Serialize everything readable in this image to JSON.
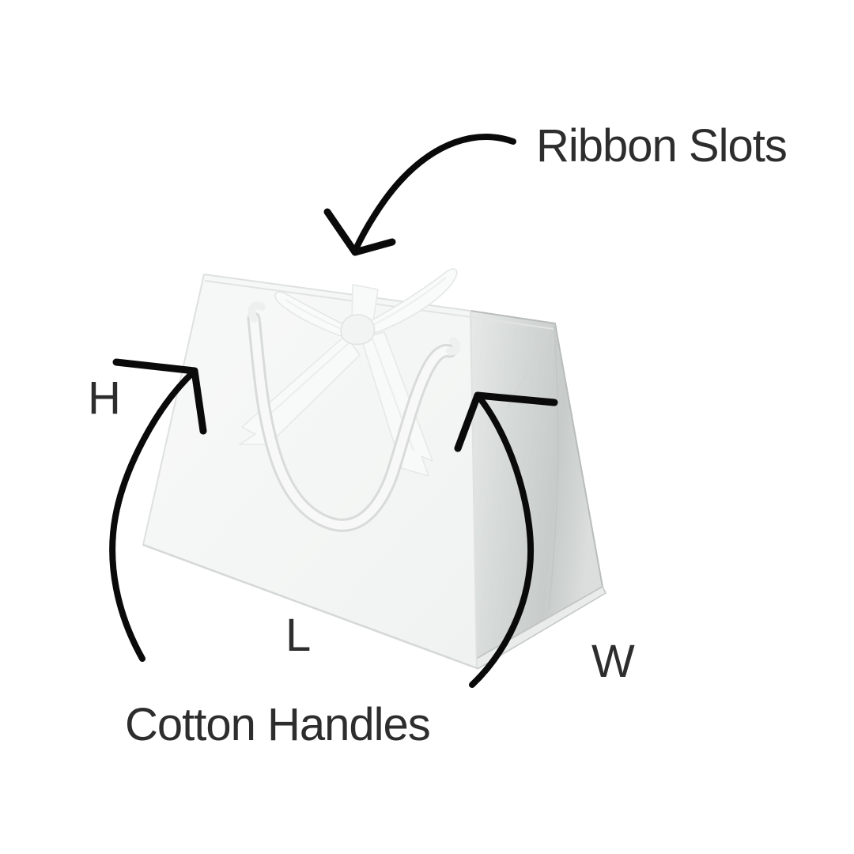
{
  "page": {
    "background": "#ffffff",
    "type": "annotated product diagram"
  },
  "annotations": {
    "ribbon_slots": {
      "label": "Ribbon Slots"
    },
    "cotton_handles": {
      "label": "Cotton Handles"
    },
    "height": {
      "label": "H"
    },
    "length": {
      "label": "L"
    },
    "width": {
      "label": "W"
    }
  },
  "illustration": {
    "subject": "white-gift-bag-with-ribbon-bow-and-cotton-rope-handles"
  },
  "colors": {
    "annotation_text": "#2d2d2d",
    "arrow": "#0a0a0a",
    "background": "#ffffff",
    "bag_front": "#f4f6f5",
    "bag_side_light": "#e4e7e6",
    "bag_side_dark": "#c7cbca",
    "bag_base_strip": "#e9eceb",
    "ribbon": "#fafcfb",
    "rope": "#f6f7f6"
  }
}
